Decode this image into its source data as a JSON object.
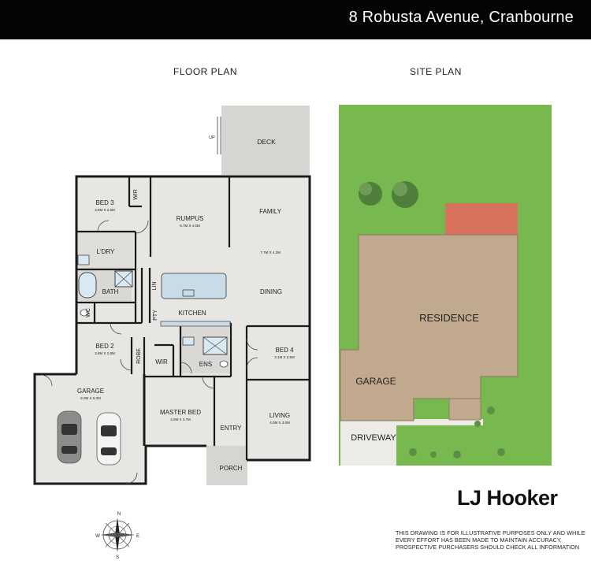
{
  "header": {
    "title": "8 Robusta Avenue, Cranbourne"
  },
  "headings": {
    "floor_plan": "FLOOR PLAN",
    "site_plan": "SITE PLAN"
  },
  "floor_plan": {
    "rooms": {
      "deck": {
        "name": "DECK"
      },
      "up": {
        "name": "UP"
      },
      "bed3": {
        "name": "BED 3",
        "size": "3.8M X 2.8M"
      },
      "wir_top": {
        "name": "WIR"
      },
      "rumpus": {
        "name": "RUMPUS",
        "size": "5.7M X 4.0M"
      },
      "family": {
        "name": "FAMILY"
      },
      "family_dining_size": {
        "size": "7.7M X 4.2M"
      },
      "laundry": {
        "name": "L'DRY"
      },
      "bath": {
        "name": "BATH"
      },
      "lin": {
        "name": "LIN"
      },
      "dining": {
        "name": "DINING"
      },
      "wc": {
        "name": "WC"
      },
      "pty": {
        "name": "PTY"
      },
      "kitchen": {
        "name": "KITCHEN"
      },
      "bed2": {
        "name": "BED 2",
        "size": "3.8M X 2.8M"
      },
      "robe": {
        "name": "ROBE"
      },
      "wir_master": {
        "name": "WIR"
      },
      "ens": {
        "name": "ENS"
      },
      "bed4": {
        "name": "BED 4",
        "size": "3.1M X 2.5M"
      },
      "garage": {
        "name": "GARAGE",
        "size": "6.0M X 6.0M"
      },
      "master_bed": {
        "name": "MASTER BED",
        "size": "4.0M X 3.7M"
      },
      "entry": {
        "name": "ENTRY"
      },
      "living": {
        "name": "LIVING",
        "size": "4.0M X 3.0M"
      },
      "porch": {
        "name": "PORCH"
      }
    },
    "compass": {
      "n": "N",
      "s": "S",
      "e": "E",
      "w": "W"
    }
  },
  "site_plan": {
    "residence": "RESIDENCE",
    "garage": "GARAGE",
    "driveway": "DRIVEWAY",
    "colors": {
      "lawn": "#77b94e",
      "building": "#c0a98d",
      "deck": "#d9715f",
      "paving": "#ecebe6"
    }
  },
  "brand": {
    "logo_text": "LJ Hooker"
  },
  "disclaimer": {
    "line1": "THIS DRAWING IS FOR ILLUSTRATIVE PURPOSES ONLY AND WHILE",
    "line2": "EVERY EFFORT HAS BEEN MADE TO MAINTAIN ACCURACY,",
    "line3": "PROSPECTIVE PURCHASERS SHOULD CHECK ALL INFORMATION"
  }
}
